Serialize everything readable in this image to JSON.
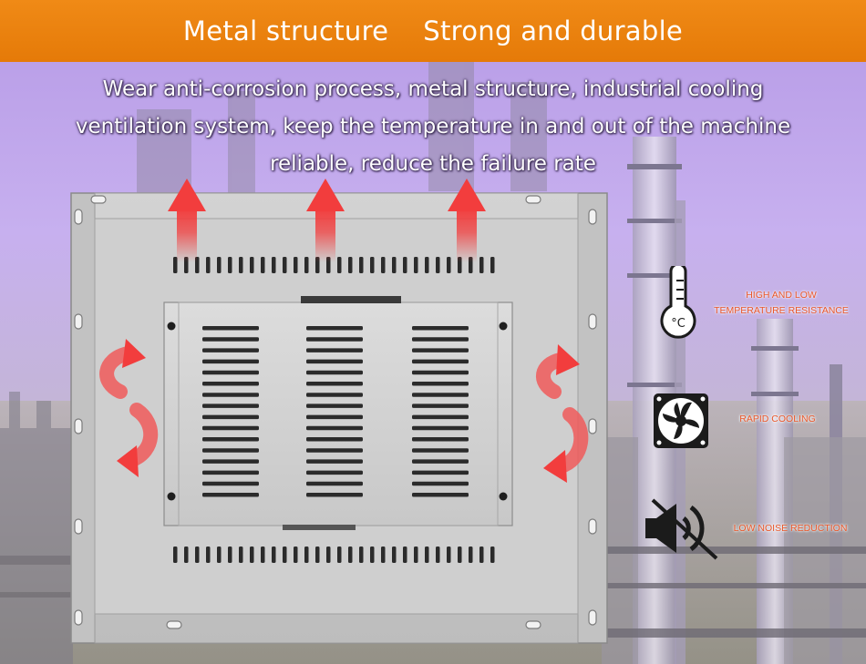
{
  "banner": {
    "left_title": "Metal structure",
    "right_title": "Strong and durable"
  },
  "description": {
    "line1": "Wear anti-corrosion process, metal structure, industrial cooling",
    "line2": "ventilation system, keep the temperature in and out of the machine",
    "line3": "reliable, reduce the failure rate"
  },
  "features": [
    {
      "icon": "thermometer-icon",
      "label_line1": "HIGH AND LOW",
      "label_line2": "TEMPERATURE RESISTANCE"
    },
    {
      "icon": "cooling-fan-icon",
      "label_line1": "RAPID COOLING",
      "label_line2": ""
    },
    {
      "icon": "muted-speaker-icon",
      "label_line1": "LOW NOISE REDUCTION",
      "label_line2": ""
    }
  ],
  "thermometer_unit": "°C",
  "colors": {
    "banner": "#e98310",
    "feature_label": "#e9572a",
    "airflow_arrow": "#f23d3d",
    "metal_case": "#c9c9c9"
  }
}
